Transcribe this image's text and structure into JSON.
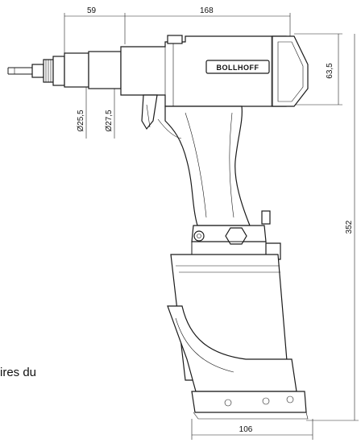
{
  "brand_label": "BOLLHOFF",
  "caption_fragment": "ires du",
  "dimensions": {
    "nose_length": "59",
    "body_length": "168",
    "body_height": "63,5",
    "diameter_1": "Ø25,5",
    "diameter_2": "Ø27,5",
    "total_height": "352",
    "base_width": "106"
  }
}
